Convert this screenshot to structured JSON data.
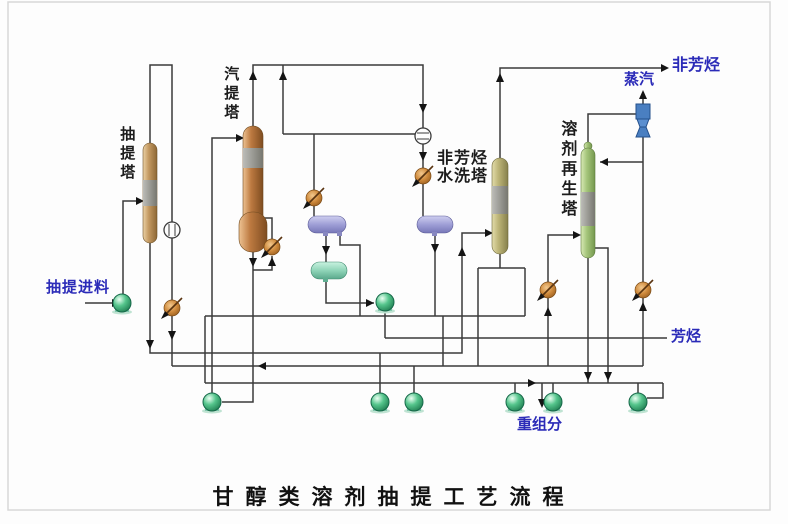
{
  "diagram": {
    "title": "甘醇类溶剂抽提工艺流程",
    "streams": {
      "feed": "抽提进料",
      "non_aromatics": "非芳烃",
      "steam": "蒸汽",
      "aromatics": "芳烃",
      "heavy_ends": "重组分"
    },
    "towers": [
      {
        "id": "extraction-tower",
        "label": "抽提塔"
      },
      {
        "id": "stripping-tower",
        "label": "汽提塔"
      },
      {
        "id": "wash-tower",
        "label": "非芳烃\n水洗塔"
      },
      {
        "id": "regen-tower",
        "label": "溶剂再生塔"
      }
    ],
    "equipment": {
      "drums": [
        "overhead-drum-1",
        "overhead-drum-2",
        "separator-drum"
      ],
      "pumps": [
        "feed-pump",
        "mid-pump",
        "pump-1",
        "pump-2",
        "pump-3",
        "pump-4",
        "pump-5",
        "pump-6"
      ],
      "valves": [
        "valve-1",
        "valve-2",
        "valve-3",
        "valve-4",
        "valve-5",
        "valve-6"
      ],
      "other": [
        "inline-mixer",
        "condenser",
        "steam-ejector"
      ]
    },
    "colors": {
      "pipe": "#3b3b3b",
      "stream_label": "#2b2bb8",
      "pump_green": "#2f9e68",
      "valve_orange": "#c47a2e",
      "drum_purple": "#a0a0d8",
      "drum_cyan": "#8fd4b8",
      "ejector_blue": "#4a7fc1"
    }
  }
}
